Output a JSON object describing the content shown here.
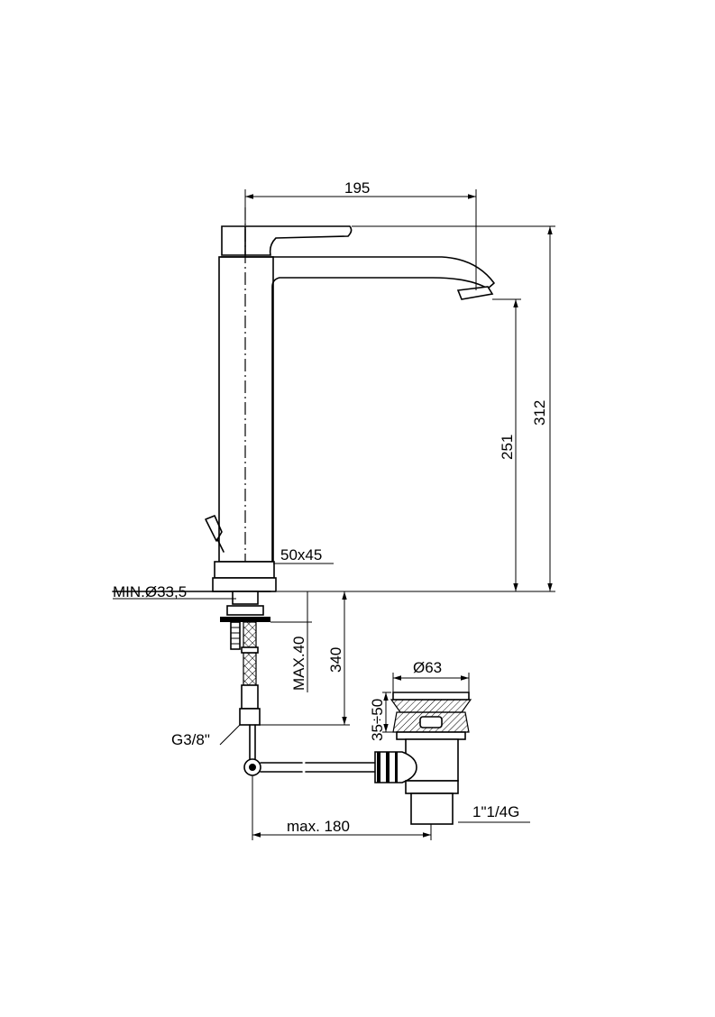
{
  "dimensions": {
    "spout_reach": "195",
    "total_height": "312",
    "spout_height": "251",
    "body_section": "50x45",
    "min_hole": "MIN.Ø33,5",
    "max_deck": "MAX.40",
    "under_length": "340",
    "connection": "G3/8\"",
    "waste_diameter": "Ø63",
    "waste_adjust": "35÷50",
    "waste_thread": "1\"1/4G",
    "rod_reach": "max. 180"
  }
}
